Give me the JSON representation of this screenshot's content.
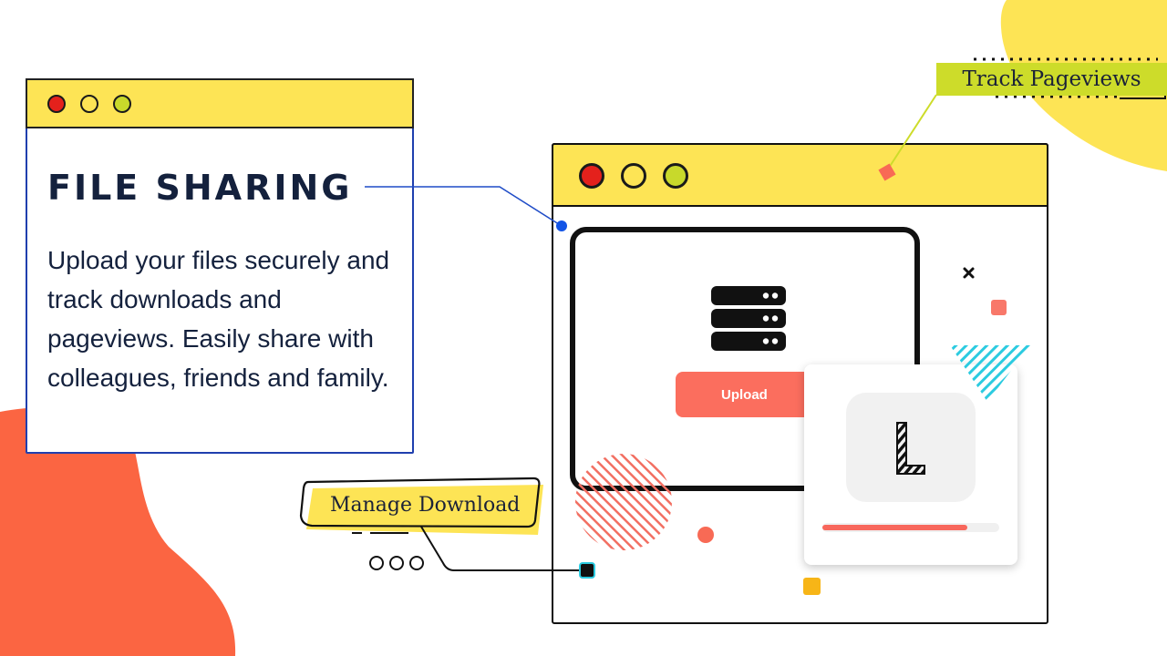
{
  "card": {
    "title": "FILE SHARING",
    "body": "Upload your files securely and track downloads and pageviews. Easily share with colleagues, friends and family."
  },
  "window": {
    "upload_label": "Upload",
    "logo_letter": "L",
    "progress": 0.82
  },
  "callouts": {
    "track": "Track Pageviews",
    "manage": "Manage Download"
  },
  "icons": [
    "server-icon",
    "window-close-dot",
    "window-minimize-dot",
    "window-maximize-dot"
  ],
  "colors": {
    "yellow": "#fde455",
    "lime": "#cddc2a",
    "coral": "#fb6e5e",
    "orange_blob": "#fb6542",
    "navy": "#14213d",
    "blue_accent": "#1f3fae",
    "red_dot": "#e4211c"
  }
}
